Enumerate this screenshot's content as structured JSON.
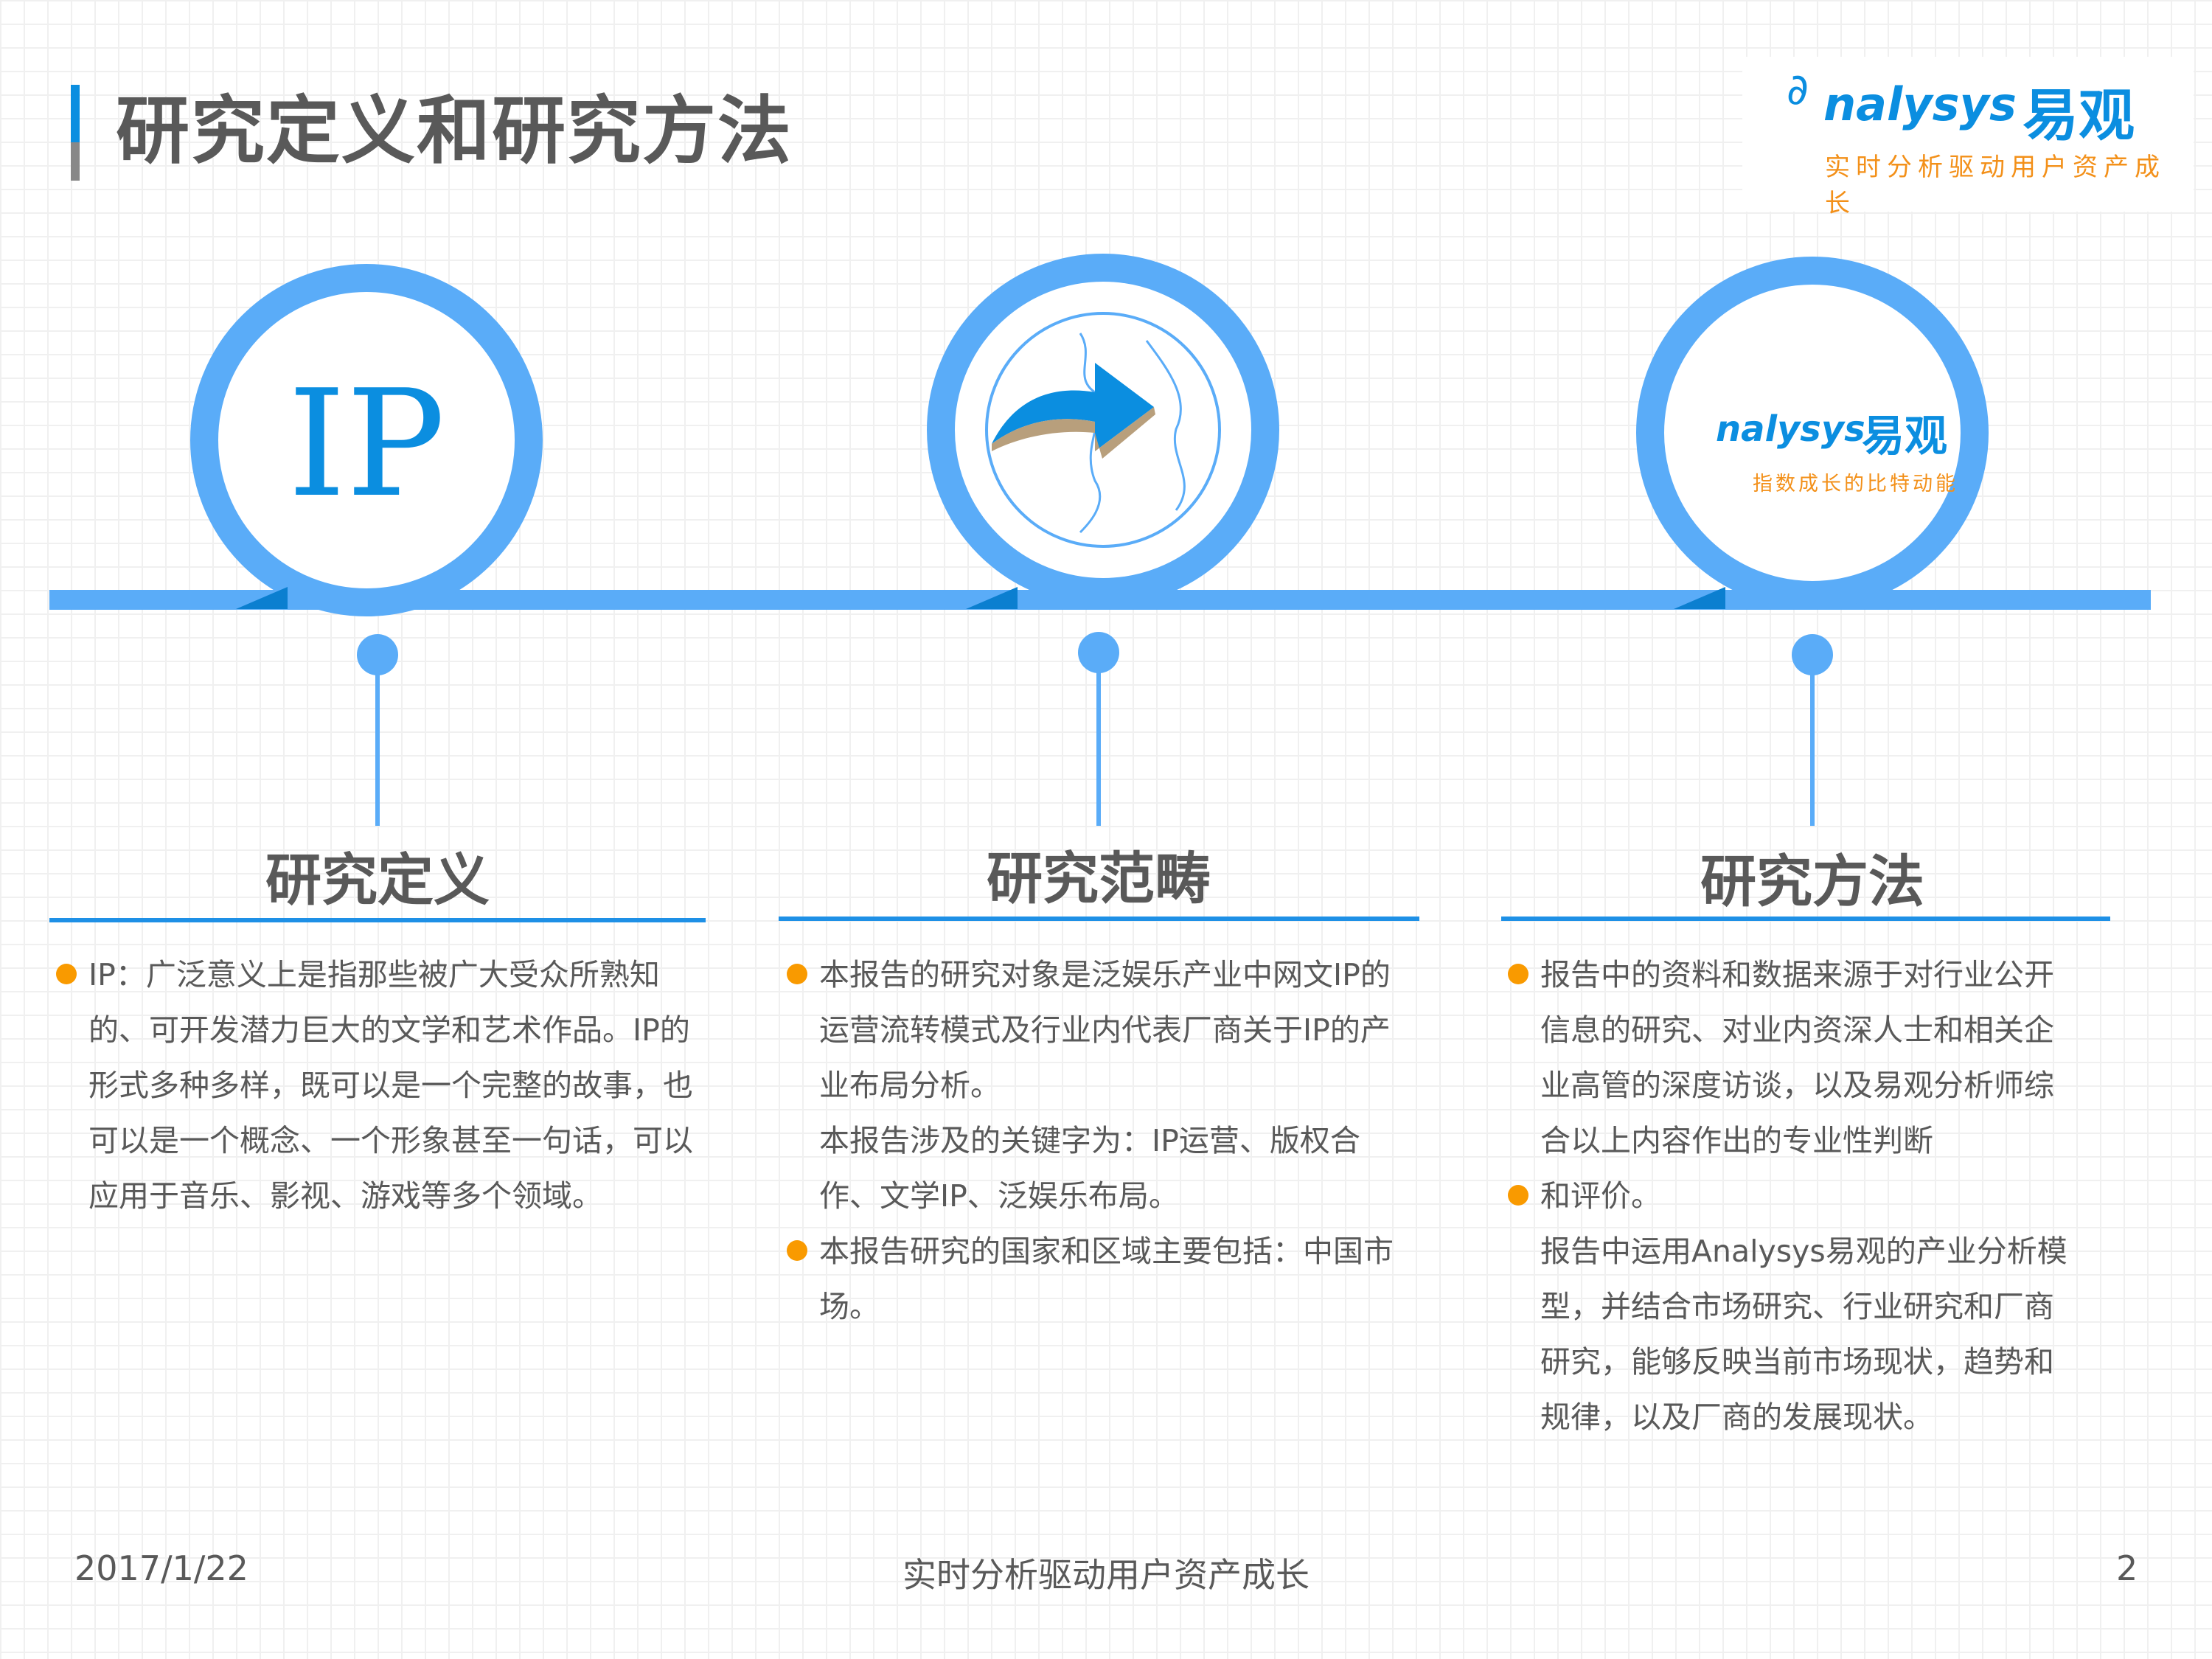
{
  "header": {
    "title": "研究定义和研究方法"
  },
  "logo": {
    "brand_en": "nalysys",
    "brand_cn": "易观",
    "slogan": "实时分析驱动用户资产成长"
  },
  "circles": {
    "ip_text": "IP",
    "inner_logo_en": "nalysys",
    "inner_logo_cn": "易观",
    "inner_slogan": "指数成长的比特动能"
  },
  "columns": [
    {
      "heading": "研究定义",
      "items": [
        {
          "bullet": true,
          "text": "IP：广泛意义上是指那些被广大受众所熟知的、可开发潜力巨大的文学和艺术作品。IP的形式多种多样，既可以是一个完整的故事，也可以是一个概念、一个形象甚至一句话，可以应用于音乐、影视、游戏等多个领域。"
        }
      ]
    },
    {
      "heading": "研究范畴",
      "items": [
        {
          "bullet": true,
          "text": "本报告的研究对象是泛娱乐产业中网文IP的运营流转模式及行业内代表厂商关于IP的产业布局分析。"
        },
        {
          "bullet": false,
          "text": "本报告涉及的关键字为：IP运营、版权合作、文学IP、泛娱乐布局。"
        },
        {
          "bullet": true,
          "text": "本报告研究的国家和区域主要包括：中国市场。"
        }
      ]
    },
    {
      "heading": "研究方法",
      "items": [
        {
          "bullet": true,
          "text": "报告中的资料和数据来源于对行业公开信息的研究、对业内资深人士和相关企业高管的深度访谈，以及易观分析师综合以上内容作出的专业性判断"
        },
        {
          "bullet": true,
          "text": "和评价。"
        },
        {
          "bullet": false,
          "text": "报告中运用Analysys易观的产业分析模型，并结合市场研究、行业研究和厂商研究，能够反映当前市场现状，趋势和规律，以及厂商的发展现状。"
        }
      ]
    }
  ],
  "footer": {
    "date": "2017/1/22",
    "slogan": "实时分析驱动用户资产成长",
    "page": "2"
  },
  "colors": {
    "accent": "#5aacf8",
    "brand": "#0b8ee0",
    "bullet": "#f99a00"
  }
}
